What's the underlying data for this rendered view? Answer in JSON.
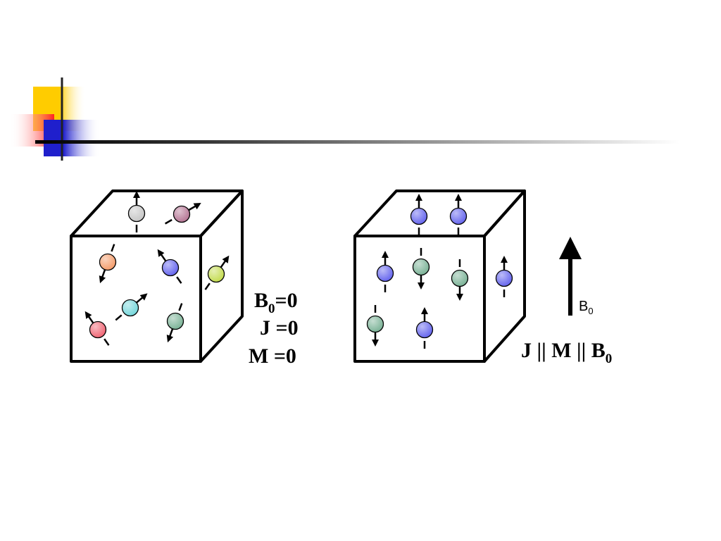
{
  "labels": {
    "b0_zero_main": "B",
    "b0_zero_sub": "0",
    "b0_zero_rest": "=0",
    "j_zero": "J =0",
    "m_zero": "M =0",
    "b0_arrow_main": "B",
    "b0_arrow_sub": "0",
    "parallel_main": "J || M || B",
    "parallel_sub": "0"
  },
  "colors": {
    "yellow": "#ffcc00",
    "red": "#ff3333",
    "blue": "#2222cc",
    "spin_gray": "#c8c8c8",
    "spin_mauve": "#b87a98",
    "spin_orange": "#f5a070",
    "spin_blue": "#6a6aee",
    "spin_lime": "#c6dd55",
    "spin_cyan": "#7ad8dc",
    "spin_green": "#7fb59a",
    "spin_pink": "#f06a78"
  }
}
